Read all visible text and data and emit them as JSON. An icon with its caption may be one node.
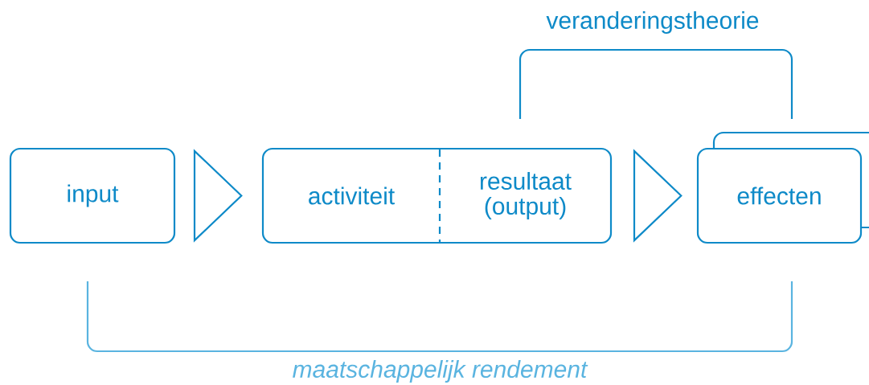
{
  "diagram": {
    "nodes": [
      {
        "text": [
          "input"
        ]
      },
      {
        "text": [],
        "shape": "box"
      },
      {
        "text": [
          "activiteit"
        ],
        "in": 1
      },
      {
        "text": [
          "resultaat (output)"
        ],
        "in": 1
      },
      {
        "text": [],
        "shape": "box"
      },
      {
        "text": [
          "effecten"
        ]
      }
    ],
    "edges": [
      {
        "from": 0,
        "to": 1,
        "arrow": "to"
      },
      {
        "from": 1,
        "to": 5,
        "arrow": "to"
      }
    ],
    "labels": [
      "veranderingstheorie",
      "maatschappelijk rendement"
    ]
  }
}
